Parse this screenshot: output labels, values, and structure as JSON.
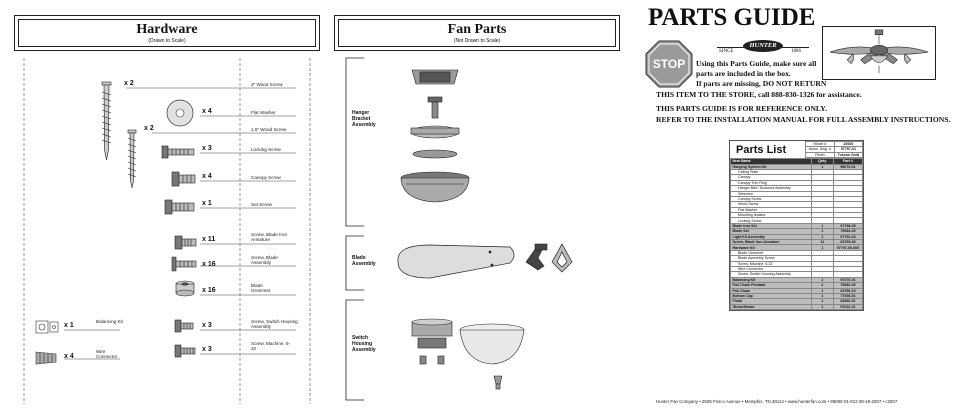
{
  "hardware": {
    "title": "Hardware",
    "subtitle": "(Drawn to Scale)",
    "items": [
      {
        "qty": "x 2",
        "label": "3\" Wood Screw"
      },
      {
        "qty": "x 4",
        "label": "Flat Washer"
      },
      {
        "qty": "x 2",
        "label": "1.5\" Wood Screw"
      },
      {
        "qty": "x 3",
        "label": "Locking Screw"
      },
      {
        "qty": "x 4",
        "label": "Canopy Screw"
      },
      {
        "qty": "x 1",
        "label": "Set Screw"
      },
      {
        "qty": "x 11",
        "label": "Screw, Blade Iron Armature"
      },
      {
        "qty": "x 16",
        "label": "Screw, Blade Assembly"
      },
      {
        "qty": "x 16",
        "label": "Blade Grommet"
      },
      {
        "qty": "x 1",
        "label": "Balancing Kit"
      },
      {
        "qty": "x 3",
        "label": "Screw, Switch Housing Assembly"
      },
      {
        "qty": "x 4",
        "label": "Wire Connector"
      },
      {
        "qty": "x 3",
        "label": "Screw, Machine, 6-32"
      }
    ]
  },
  "fan_parts": {
    "title": "Fan Parts",
    "subtitle": "(Not Drawn to Scale)",
    "groups": [
      {
        "label": "Hanger Bracket Assembly"
      },
      {
        "label": "Blade Assembly"
      },
      {
        "label": "Switch Housing Assembly"
      }
    ]
  },
  "guide": {
    "title": "PARTS GUIDE",
    "brand": "HUNTER",
    "since": "SINCE",
    "year": "1886",
    "stop": "STOP",
    "instruction_lines": [
      "Using this Parts Guide, make sure all",
      "parts are included in the box.",
      "If parts are missing, DO NOT RETURN"
    ],
    "notes": [
      "THIS ITEM TO THE STORE, call 888-830-1326 for assistance.",
      "THIS PARTS GUIDE IS FOR REFERENCE ONLY.",
      "REFER TO THE INSTALLATION MANUAL FOR FULL ASSEMBLY INSTRUCTIONS."
    ]
  },
  "parts_list": {
    "title": "Parts List",
    "meta": [
      {
        "key": "Model #",
        "value": "23920"
      },
      {
        "key": "Assm. Dwg. #",
        "value": "97797-01"
      },
      {
        "key": "Finish",
        "value": "Tuscan Gold"
      }
    ],
    "columns": [
      "Item Name",
      "Qnty",
      "Part #"
    ],
    "rows": [
      {
        "name": "Hanging System Kit",
        "qty": "1",
        "part": "98070-01",
        "section": true
      },
      {
        "name": "Ceiling Plate",
        "qty": "",
        "part": "",
        "section": false
      },
      {
        "name": "Canopy",
        "qty": "",
        "part": "",
        "section": false
      },
      {
        "name": "Canopy Trim Ring",
        "qty": "",
        "part": "",
        "section": false
      },
      {
        "name": "Hanger Ball / Downrod Assembly",
        "qty": "",
        "part": "",
        "section": false
      },
      {
        "name": "Setscrew",
        "qty": "",
        "part": "",
        "section": false
      },
      {
        "name": "Canopy Screw",
        "qty": "",
        "part": "",
        "section": false
      },
      {
        "name": "Wood Screw",
        "qty": "",
        "part": "",
        "section": false
      },
      {
        "name": "Flat Washer",
        "qty": "",
        "part": "",
        "section": false
      },
      {
        "name": "Mounting Isolator",
        "qty": "",
        "part": "",
        "section": false
      },
      {
        "name": "Locking Screw",
        "qty": "",
        "part": "",
        "section": false
      },
      {
        "name": "Blade Iron Set",
        "qty": "1",
        "part": "97798-05",
        "section": true
      },
      {
        "name": "Blade Set",
        "qty": "1",
        "part": "75083-00",
        "section": true
      },
      {
        "name": "Light Kit Assembly",
        "qty": "1",
        "part": "97792-03",
        "section": true
      },
      {
        "name": "Screw, Blade Iron Armature",
        "qty": "11",
        "part": "63793-00",
        "section": true
      },
      {
        "name": "Hardware Kit",
        "qty": "1",
        "part": "97797-00-060",
        "section": true
      },
      {
        "name": "Blade Grommet",
        "qty": "",
        "part": "",
        "section": false
      },
      {
        "name": "Blade Assembly Screw",
        "qty": "",
        "part": "",
        "section": false
      },
      {
        "name": "Screw, Machine, 6-32",
        "qty": "",
        "part": "",
        "section": false
      },
      {
        "name": "Wire Connector",
        "qty": "",
        "part": "",
        "section": false
      },
      {
        "name": "Screw, Switch Housing Assembly",
        "qty": "",
        "part": "",
        "section": false
      },
      {
        "name": "Balancing Kit",
        "qty": "1",
        "part": "97070-01",
        "section": true
      },
      {
        "name": "Pull Chain Pendant",
        "qty": "2",
        "part": "75082-00",
        "section": true
      },
      {
        "name": "Pull Chain",
        "qty": "1",
        "part": "63796-10",
        "section": true
      },
      {
        "name": "Bottom Cap",
        "qty": "1",
        "part": "77008-01",
        "section": true
      },
      {
        "name": "Finial",
        "qty": "1",
        "part": "63690-01",
        "section": true
      },
      {
        "name": "Globe/Shade",
        "qty": "1",
        "part": "97022-01",
        "section": true
      }
    ]
  },
  "footer": {
    "text": "Hunter Fan Company  •  2500 Frisco Avenue  •  Memphis, TN 38114  •  www.hunterfan.com  •  98080-01-012  08-18-2007  •  c2007"
  },
  "colors": {
    "ink": "#111111",
    "stop_red": "#9a9a9a",
    "section_gray": "#bdbdbd",
    "header_dark": "#333333"
  }
}
